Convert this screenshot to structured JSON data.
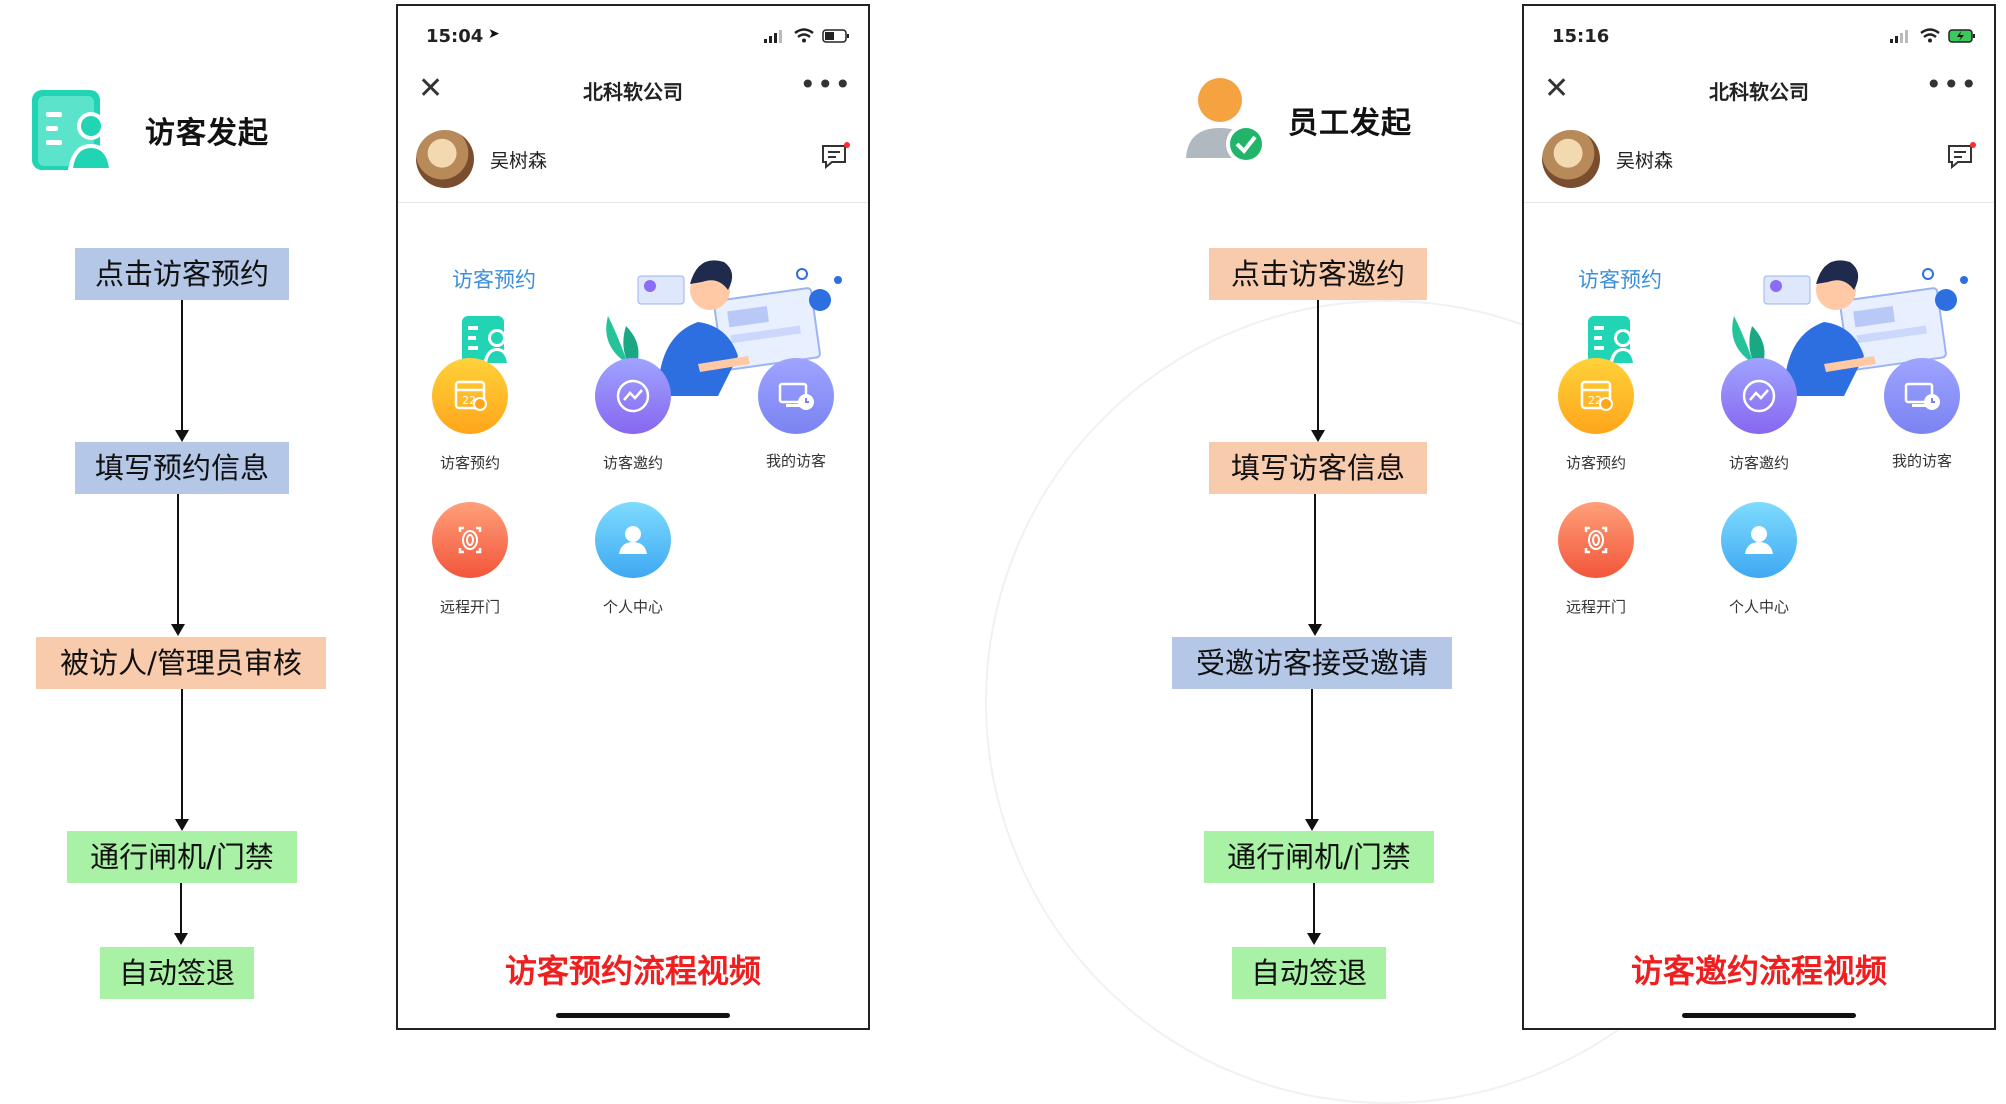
{
  "left_flow": {
    "title": "访客发起",
    "steps": [
      "点击访客预约",
      "填写预约信息",
      "被访人/管理员审核",
      "通行闸机/门禁",
      "自动签退"
    ]
  },
  "right_flow": {
    "title": "员工发起",
    "steps": [
      "点击访客邀约",
      "填写访客信息",
      "受邀访客接受邀请",
      "通行闸机/门禁",
      "自动签退"
    ]
  },
  "phone_left": {
    "time": "15:04",
    "company": "北科软公司",
    "user": "吴树森",
    "banner_label": "访客预约",
    "menu": [
      "访客预约",
      "访客邀约",
      "我的访客",
      "远程开门",
      "个人中心"
    ],
    "caption": "访客预约流程视频"
  },
  "phone_right": {
    "time": "15:16",
    "company": "北科软公司",
    "user": "吴树森",
    "banner_label": "访客预约",
    "menu": [
      "访客预约",
      "访客邀约",
      "我的访客",
      "远程开门",
      "个人中心"
    ],
    "caption": "访客邀约流程视频"
  },
  "colors": {
    "blue_box": "#b4c7e7",
    "peach_box": "#f8cbad",
    "green_box": "#a9f1a4",
    "caption_red": "#ef1f1f",
    "teal": "#20d4b4"
  }
}
